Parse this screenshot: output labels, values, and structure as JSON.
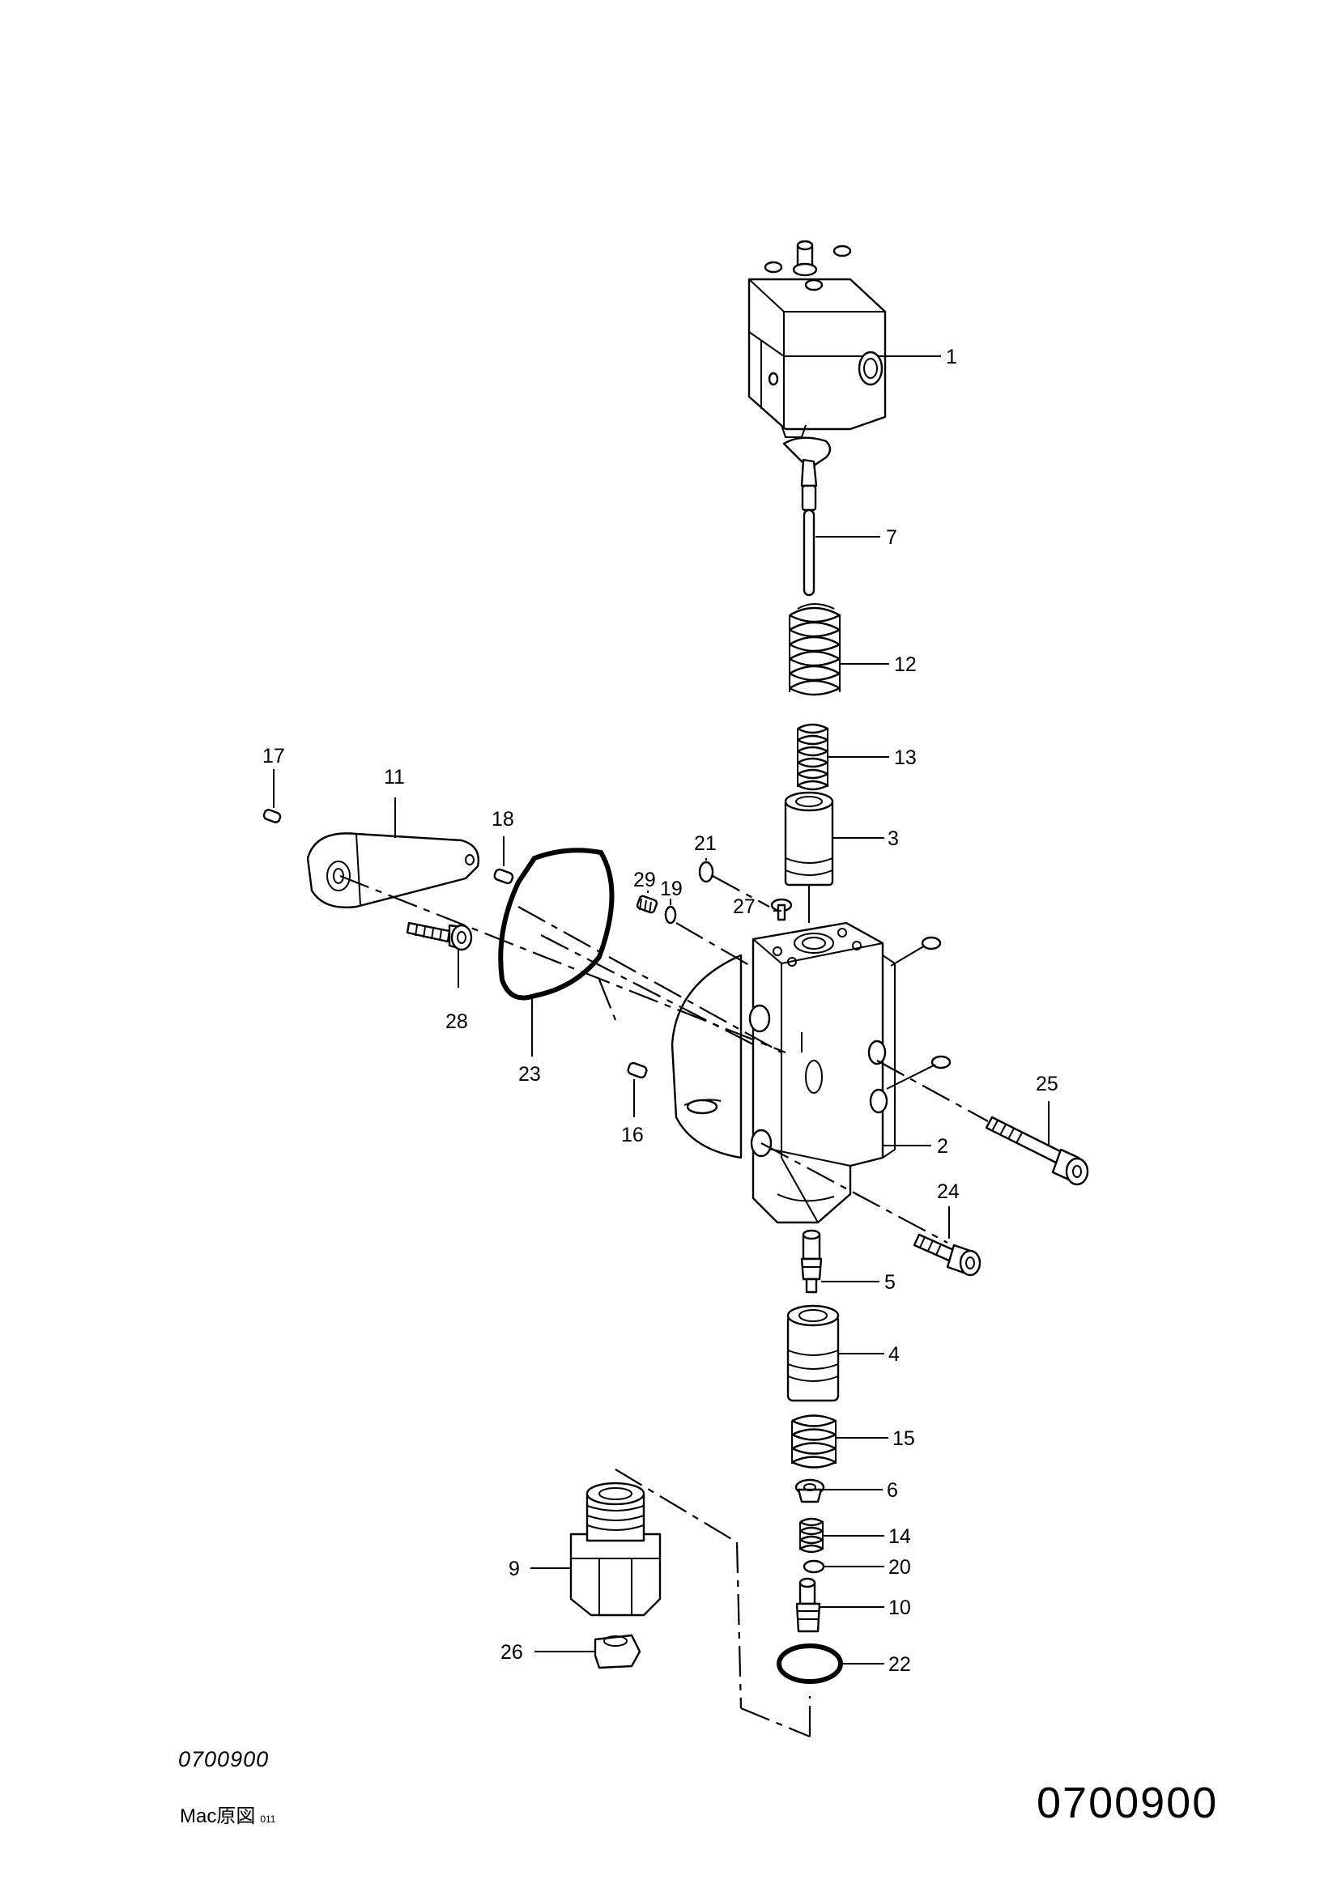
{
  "drawing": {
    "code_italic": "0700900",
    "source_label": "Mac原図",
    "source_sub": "011",
    "code_large": "0700900"
  },
  "callouts": {
    "p1": "1",
    "p2": "2",
    "p3": "3",
    "p4": "4",
    "p5": "5",
    "p6": "6",
    "p7": "7",
    "p9": "9",
    "p10": "10",
    "p11": "11",
    "p12": "12",
    "p13": "13",
    "p14": "14",
    "p15": "15",
    "p16": "16",
    "p17": "17",
    "p18": "18",
    "p19": "19",
    "p20": "20",
    "p21": "21",
    "p22": "22",
    "p23": "23",
    "p24": "24",
    "p25": "25",
    "p26": "26",
    "p27": "27",
    "p28": "28",
    "p29": "29"
  }
}
